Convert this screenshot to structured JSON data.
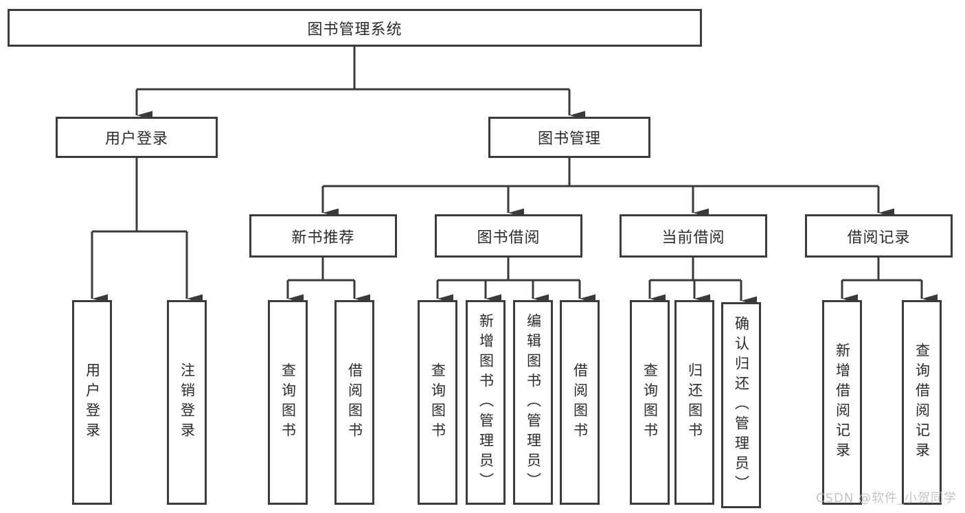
{
  "diagram": {
    "type": "hierarchy-tree",
    "tree": {
      "label": "图书管理系统",
      "children": [
        {
          "label": "用户登录",
          "children": [
            {
              "label": "用户登录"
            },
            {
              "label": "注销登录"
            }
          ]
        },
        {
          "label": "图书管理",
          "children": [
            {
              "label": "新书推荐",
              "children": [
                {
                  "label": "查询图书"
                },
                {
                  "label": "借阅图书"
                }
              ]
            },
            {
              "label": "图书借阅",
              "children": [
                {
                  "label": "查询图书"
                },
                {
                  "label": "新增图书（管理员）"
                },
                {
                  "label": "编辑图书（管理员）"
                },
                {
                  "label": "借阅图书"
                }
              ]
            },
            {
              "label": "当前借阅",
              "children": [
                {
                  "label": "查询图书"
                },
                {
                  "label": "归还图书"
                },
                {
                  "label": "确认归还（管理员）"
                }
              ]
            },
            {
              "label": "借阅记录",
              "children": [
                {
                  "label": "新增借阅记录"
                },
                {
                  "label": "查询借阅记录"
                }
              ]
            }
          ]
        }
      ]
    },
    "colors": {
      "line": "#3a3a3a",
      "text": "#2b2b2b",
      "background": "#ffffff",
      "watermark": "#bdbdbd"
    },
    "watermark": "CSDN @软件_小贺同学"
  }
}
